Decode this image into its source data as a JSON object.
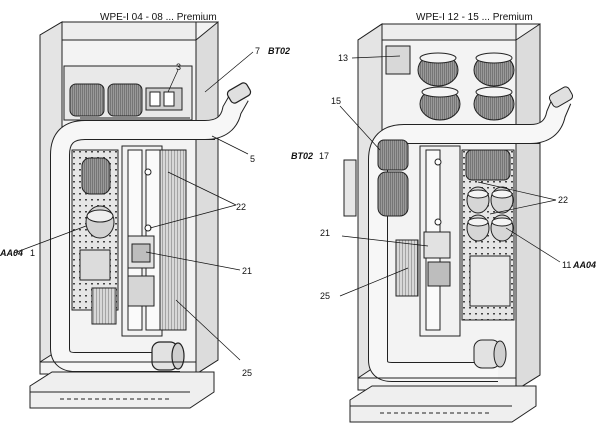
{
  "titles": {
    "left": "WPE-I 04 - 08 ... Premium",
    "right": "WPE-I 12 - 15 ... Premium"
  },
  "left_labels": {
    "n7": "7",
    "bt02": "BT02",
    "n3": "3",
    "n5": "5",
    "n22": "22",
    "aa04": "AA04",
    "n1": "1",
    "n21": "21",
    "n25": "25"
  },
  "right_labels": {
    "n13": "13",
    "n15": "15",
    "bt02": "BT02",
    "n17": "17",
    "n22": "22",
    "n21": "21",
    "n11": "11",
    "aa04": "AA04",
    "n25": "25"
  }
}
